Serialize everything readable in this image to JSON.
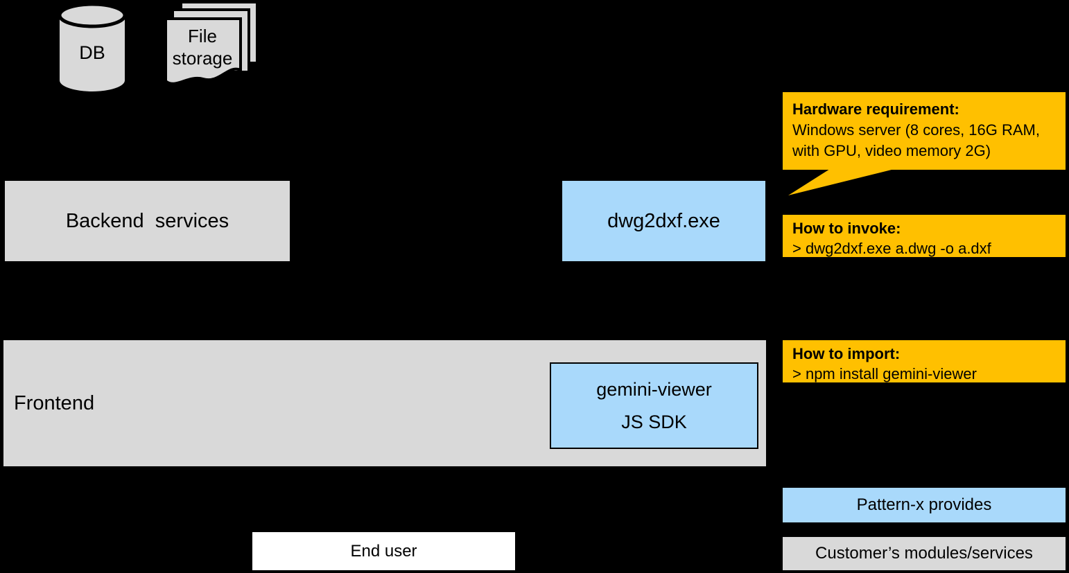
{
  "colors": {
    "background": "#000000",
    "gray": "#D9D9D9",
    "blue": "#A9D9FB",
    "orange": "#FFC000",
    "white": "#FFFFFF"
  },
  "icons": {
    "db": {
      "label": "DB"
    },
    "file_storage": {
      "label": "File storage"
    }
  },
  "boxes": {
    "backend": {
      "label": "Backend  services"
    },
    "dwg2dxf": {
      "label": "dwg2dxf.exe"
    },
    "frontend": {
      "label": "Frontend"
    },
    "gemini": {
      "line1": "gemini-viewer",
      "line2": "JS SDK"
    },
    "end_user": {
      "label": "End user"
    }
  },
  "callouts": {
    "hardware": {
      "title": "Hardware requirement:",
      "body": "Windows server (8 cores, 16G RAM,\nwith GPU, video memory 2G)"
    },
    "invoke": {
      "title": "How to invoke:",
      "body": "> dwg2dxf.exe a.dwg -o a.dxf"
    },
    "import": {
      "title": "How to import:",
      "body": "> npm install gemini-viewer"
    }
  },
  "legend": {
    "provides": {
      "label": "Pattern-x provides"
    },
    "customer": {
      "label": "Customer’s modules/services"
    }
  }
}
